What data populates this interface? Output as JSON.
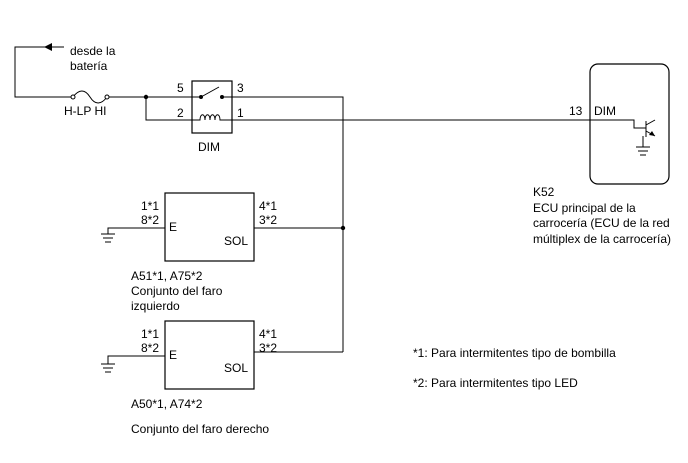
{
  "battery": {
    "line1": "desde la",
    "line2": "batería"
  },
  "fuse": {
    "label": "H-LP HI"
  },
  "relay": {
    "label": "DIM",
    "pin_5": "5",
    "pin_3": "3",
    "pin_2": "2",
    "pin_1": "1"
  },
  "ecu": {
    "pin_number": "13",
    "pin_name": "DIM",
    "code": "K52",
    "name_line1": "ECU principal de la",
    "name_line2": "carrocería (ECU de la red",
    "name_line3": "múltiplex de la carrocería)"
  },
  "left_headlight": {
    "pin_left_top": "1*1",
    "pin_left_bottom": "8*2",
    "pin_right_top": "4*1",
    "pin_right_bottom": "3*2",
    "terminal_e": "E",
    "terminal_sol": "SOL",
    "code": "A51*1, A75*2",
    "name_line1": "Conjunto del faro",
    "name_line2": "izquierdo"
  },
  "right_headlight": {
    "pin_left_top": "1*1",
    "pin_left_bottom": "8*2",
    "pin_right_top": "4*1",
    "pin_right_bottom": "3*2",
    "terminal_e": "E",
    "terminal_sol": "SOL",
    "code": "A50*1, A74*2",
    "name_line1": "Conjunto del faro derecho"
  },
  "notes": {
    "note1": "*1: Para intermitentes tipo de bombilla",
    "note2": "*2: Para intermitentes tipo LED"
  }
}
